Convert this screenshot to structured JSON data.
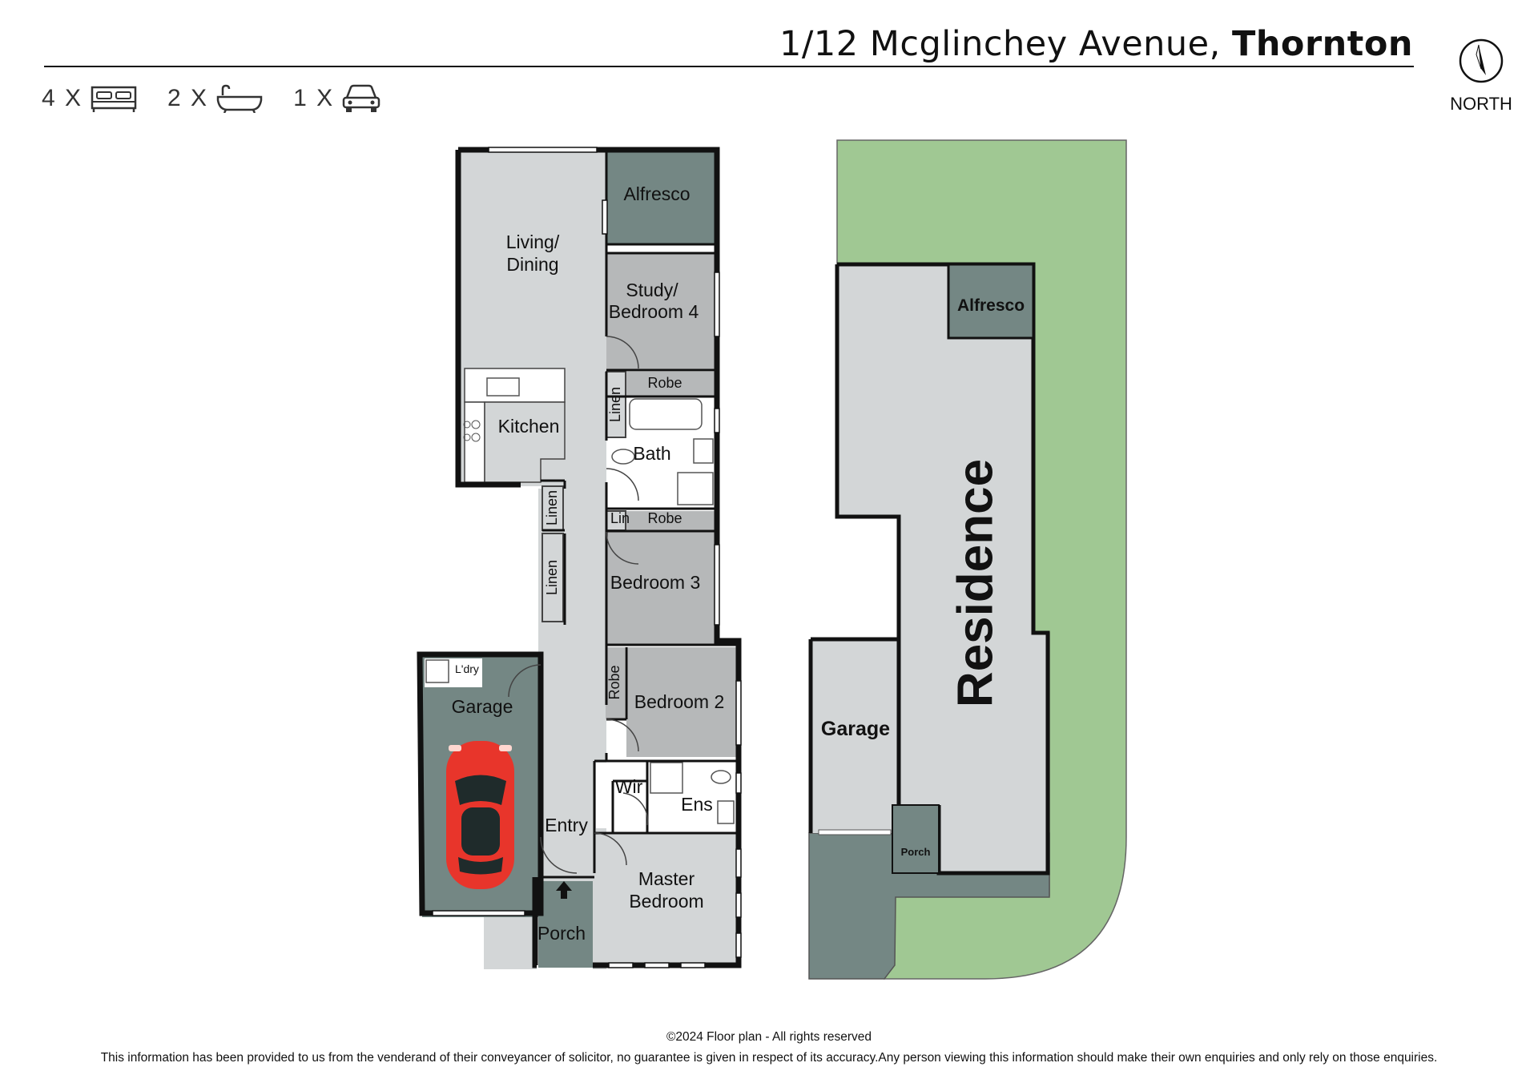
{
  "header": {
    "address": "1/12 Mcglinchey Avenue,",
    "suburb": "Thornton",
    "north_label": "NORTH"
  },
  "amenities": [
    {
      "count": "4 X",
      "icon": "bed-icon"
    },
    {
      "count": "2 X",
      "icon": "bath-icon"
    },
    {
      "count": "1 X",
      "icon": "car-icon"
    }
  ],
  "floorplan": {
    "rooms": {
      "living_1": "Living/",
      "living_2": "Dining",
      "alfresco": "Alfresco",
      "study_1": "Study/",
      "study_2": "Bedroom 4",
      "robe_1": "Robe",
      "linen_1": "Linen",
      "kitchen": "Kitchen",
      "bath": "Bath",
      "lin": "Lin",
      "robe_2": "Robe",
      "linen_2": "Linen",
      "linen_3": "Linen",
      "bedroom_3": "Bedroom 3",
      "robe_3": "Robe",
      "bedroom_2": "Bedroom 2",
      "laundry": "L'dry",
      "garage": "Garage",
      "wir": "Wir",
      "ens": "Ens",
      "entry": "Entry",
      "master_1": "Master",
      "master_2": "Bedroom",
      "porch": "Porch"
    }
  },
  "siteplan": {
    "residence": "Residence",
    "alfresco": "Alfresco",
    "garage": "Garage",
    "porch": "Porch"
  },
  "colors": {
    "light_grey": "#d3d6d7",
    "mid_grey": "#b6b8b9",
    "dark_slate": "#748784",
    "lawn": "#a0c893",
    "car_red": "#e8352b"
  },
  "footer": {
    "copyright": "©2024 Floor plan  - All rights reserved",
    "disclaimer": "This information has been provided to us from the venderand of their conveyancer of solicitor, no guarantee is given in respect of its accuracy.Any person viewing this information should make their own enquiries and only rely on those enquiries."
  }
}
